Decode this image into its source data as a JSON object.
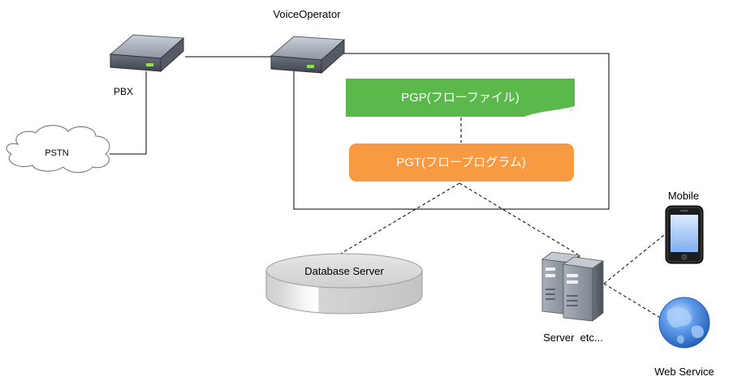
{
  "nodes": {
    "voice_operator": {
      "label": "VoiceOperator"
    },
    "pbx": {
      "label": "PBX"
    },
    "pstn": {
      "label": "PSTN"
    },
    "pgp": {
      "label": "PGP(フローファイル)"
    },
    "pgt": {
      "label": "PGT(フロープログラム)"
    },
    "database_server": {
      "label": "Database Server"
    },
    "server": {
      "label": "Server  etc..."
    },
    "mobile": {
      "label": "Mobile"
    },
    "web_service": {
      "label": "Web Service"
    }
  },
  "colors": {
    "pgp_fill": "#5ab94a",
    "pgt_fill": "#f79a42",
    "line": "#000000"
  }
}
